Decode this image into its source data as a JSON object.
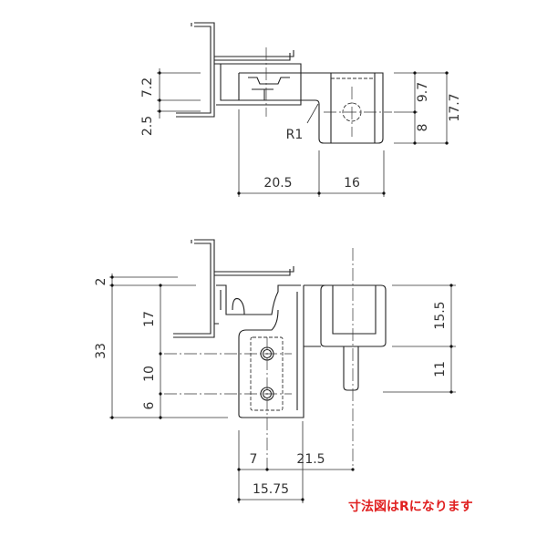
{
  "top_view": {
    "dims": {
      "d7_2": "7.2",
      "d2_5": "2.5",
      "d9_7": "9.7",
      "d8": "8",
      "d17_7": "17.7",
      "d20_5": "20.5",
      "d16": "16",
      "r1": "R1"
    }
  },
  "bottom_view": {
    "dims": {
      "d2": "2",
      "d33": "33",
      "d17": "17",
      "d10": "10",
      "d6": "6",
      "d15_5": "15.5",
      "d11": "11",
      "d7": "7",
      "d21_5": "21.5",
      "d15_75": "15.75"
    }
  },
  "note": {
    "text": "寸法図はRになります",
    "color": "#e02020"
  }
}
